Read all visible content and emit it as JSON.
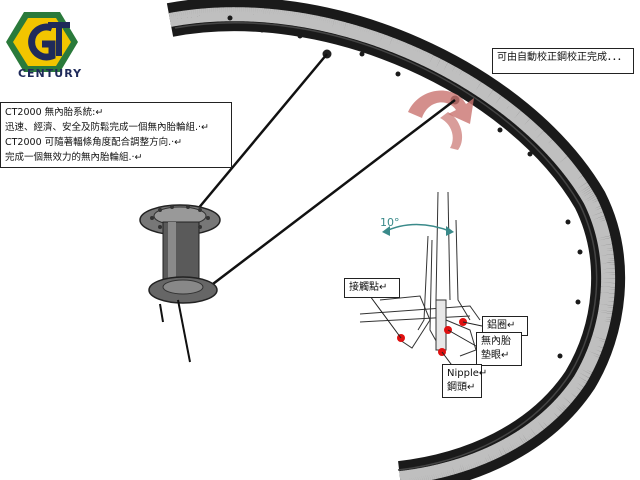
{
  "logo": {
    "brand": "CENTURY",
    "colors": {
      "hexagon": "#2a7a3b",
      "inner": "#f2c500",
      "letters": "#1f2a5a"
    }
  },
  "callouts": {
    "top_right": {
      "lines": [
        "可由自動校正鋼校正完成．．．"
      ]
    },
    "left_description": {
      "lines": [
        "CT2000 無內胎系統:↵",
        "迅速、經濟、安全及防鬆完成一個無內胎輪組.·↵",
        "CT2000 可隨著輻條角度配合調整方向.·↵",
        "完成一個無效力的無內胎輪組.·↵"
      ]
    },
    "contact_point": {
      "lines": [
        "接觸點↵"
      ]
    },
    "rim_base": {
      "lines": [
        "鋁圈↵"
      ]
    },
    "tubeless_washer": {
      "lines": [
        "無內胎",
        "墊眼↵"
      ]
    },
    "nipple": {
      "lines": [
        "Nipple↵",
        "鋼頭↵"
      ]
    }
  },
  "angle_label": "10°",
  "colors": {
    "rim": "#1a1a1a",
    "rim_inner": "#bfbfbf",
    "spoke": "#111111",
    "hub": "#555555",
    "arrow": "#c9736f",
    "contact_dot": "#e01010",
    "angle": "#3a8a8a"
  }
}
